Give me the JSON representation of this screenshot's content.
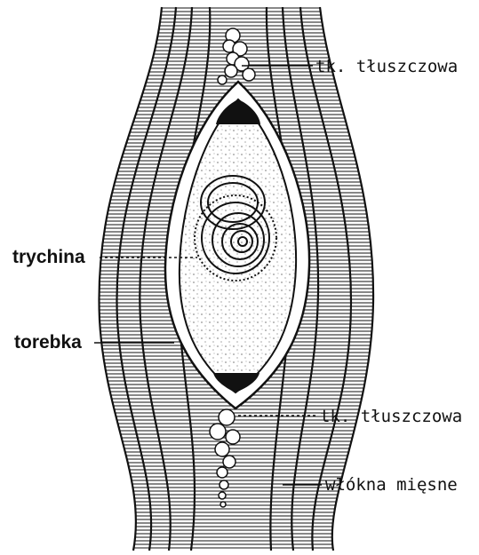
{
  "labels": {
    "fat_top": "tk. tłuszczowa",
    "trichina": "trychina",
    "capsule": "torebka",
    "fat_bottom": "tk. tłuszczowa",
    "muscle_fibers": "włókna mięsne"
  },
  "colors": {
    "ink": "#111111",
    "paper": "#ffffff"
  }
}
